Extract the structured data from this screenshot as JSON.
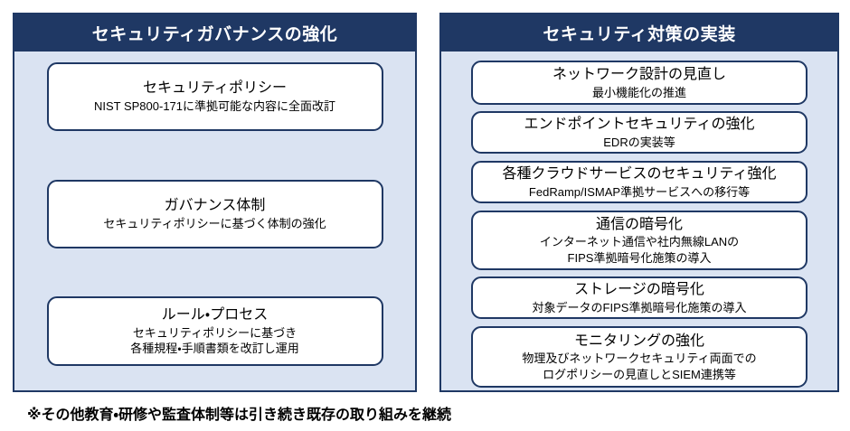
{
  "colors": {
    "header_navy": "#1F3864",
    "panel_background": "#DAE3F2",
    "card_background": "#FFFFFF",
    "card_border": "#1F3864",
    "text": "#000000"
  },
  "panels": [
    {
      "title": "セキュリティガバナンスの強化",
      "boxes": [
        {
          "heading": "セキュリティポリシー",
          "lines": [
            "NIST SP800-171に準拠可能な内容に全面改訂"
          ]
        },
        {
          "heading": "ガバナンス体制",
          "lines": [
            "セキュリティポリシーに基づく体制の強化"
          ]
        },
        {
          "heading": "ルール・プロセス",
          "lines": [
            "セキュリティポリシーに基づき",
            "各種規程・手順書類を改訂し運用"
          ]
        }
      ]
    },
    {
      "title": "セキュリティ対策の実装",
      "boxes": [
        {
          "heading": "ネットワーク設計の見直し",
          "lines": [
            "最小機能化の推進"
          ]
        },
        {
          "heading": "エンドポイントセキュリティの強化",
          "lines": [
            "EDRの実装等"
          ]
        },
        {
          "heading": "各種クラウドサービスのセキュリティ強化",
          "lines": [
            "FedRamp/ISMAP準拠サービスへの移行等"
          ]
        },
        {
          "heading": "通信の暗号化",
          "lines": [
            "インターネット通信や社内無線LANの",
            "FIPS準拠暗号化施策の導入"
          ]
        },
        {
          "heading": "ストレージの暗号化",
          "lines": [
            "対象データのFIPS準拠暗号化施策の導入"
          ]
        },
        {
          "heading": "モニタリングの強化",
          "lines": [
            "物理及びネットワークセキュリティ両面での",
            "ログポリシーの見直しとSIEM連携等"
          ]
        }
      ]
    }
  ],
  "note": "※その他教育・研修や監査体制等は引き続き既存の取り組みを継続"
}
